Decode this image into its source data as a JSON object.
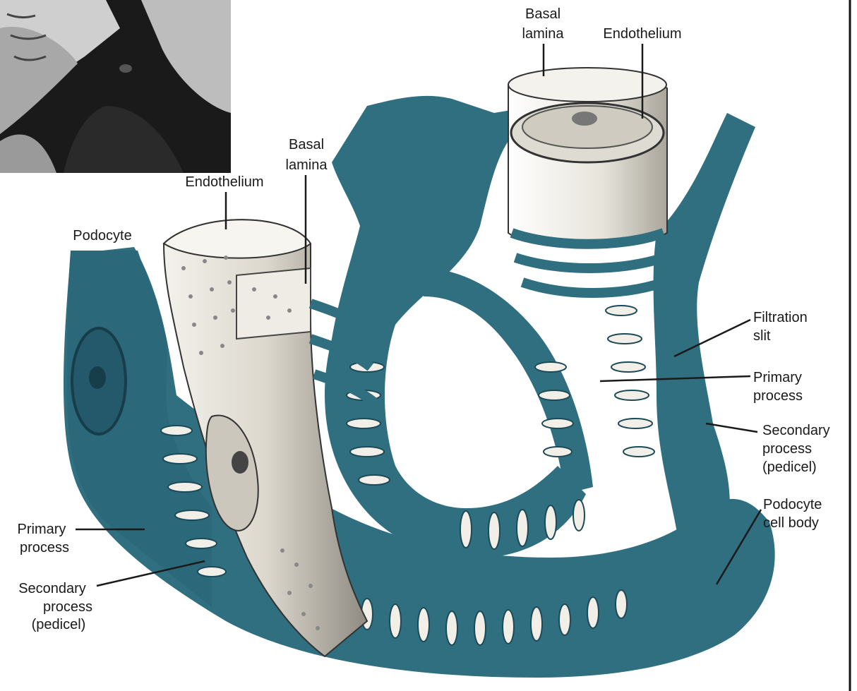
{
  "labels": {
    "basal_lamina_top_l1": "Basal",
    "basal_lamina_top_l2": "lamina",
    "endothelium_top": "Endothelium",
    "basal_lamina_mid_l1": "Basal",
    "basal_lamina_mid_l2": "lamina",
    "endothelium_left": "Endothelium",
    "podocyte": "Podocyte",
    "filtration_slit_l1": "Filtration",
    "filtration_slit_l2": "slit",
    "primary_process_right_l1": "Primary",
    "primary_process_right_l2": "process",
    "secondary_process_right_l1": "Secondary",
    "secondary_process_right_l2": "process",
    "secondary_process_right_l3": "(pedicel)",
    "podocyte_cell_body_l1": "Podocyte",
    "podocyte_cell_body_l2": "cell body",
    "primary_process_left_l1": "Primary",
    "primary_process_left_l2": "process",
    "secondary_process_left_l1": "Secondary",
    "secondary_process_left_l2": "process",
    "secondary_process_left_l3": "(pedicel)"
  },
  "colors": {
    "podocyte_teal": "#2f6f80",
    "podocyte_dark": "#1c4a57",
    "capillary_light": "#ece9e1",
    "capillary_shadow": "#b9b5ab",
    "micrograph_dark": "#141414",
    "micrograph_light": "#d8d8d8"
  },
  "icons": {
    "micrograph_inset": "scanning-electron-micrograph",
    "illustration": "glomerular-capillary-podocyte-illustration"
  }
}
